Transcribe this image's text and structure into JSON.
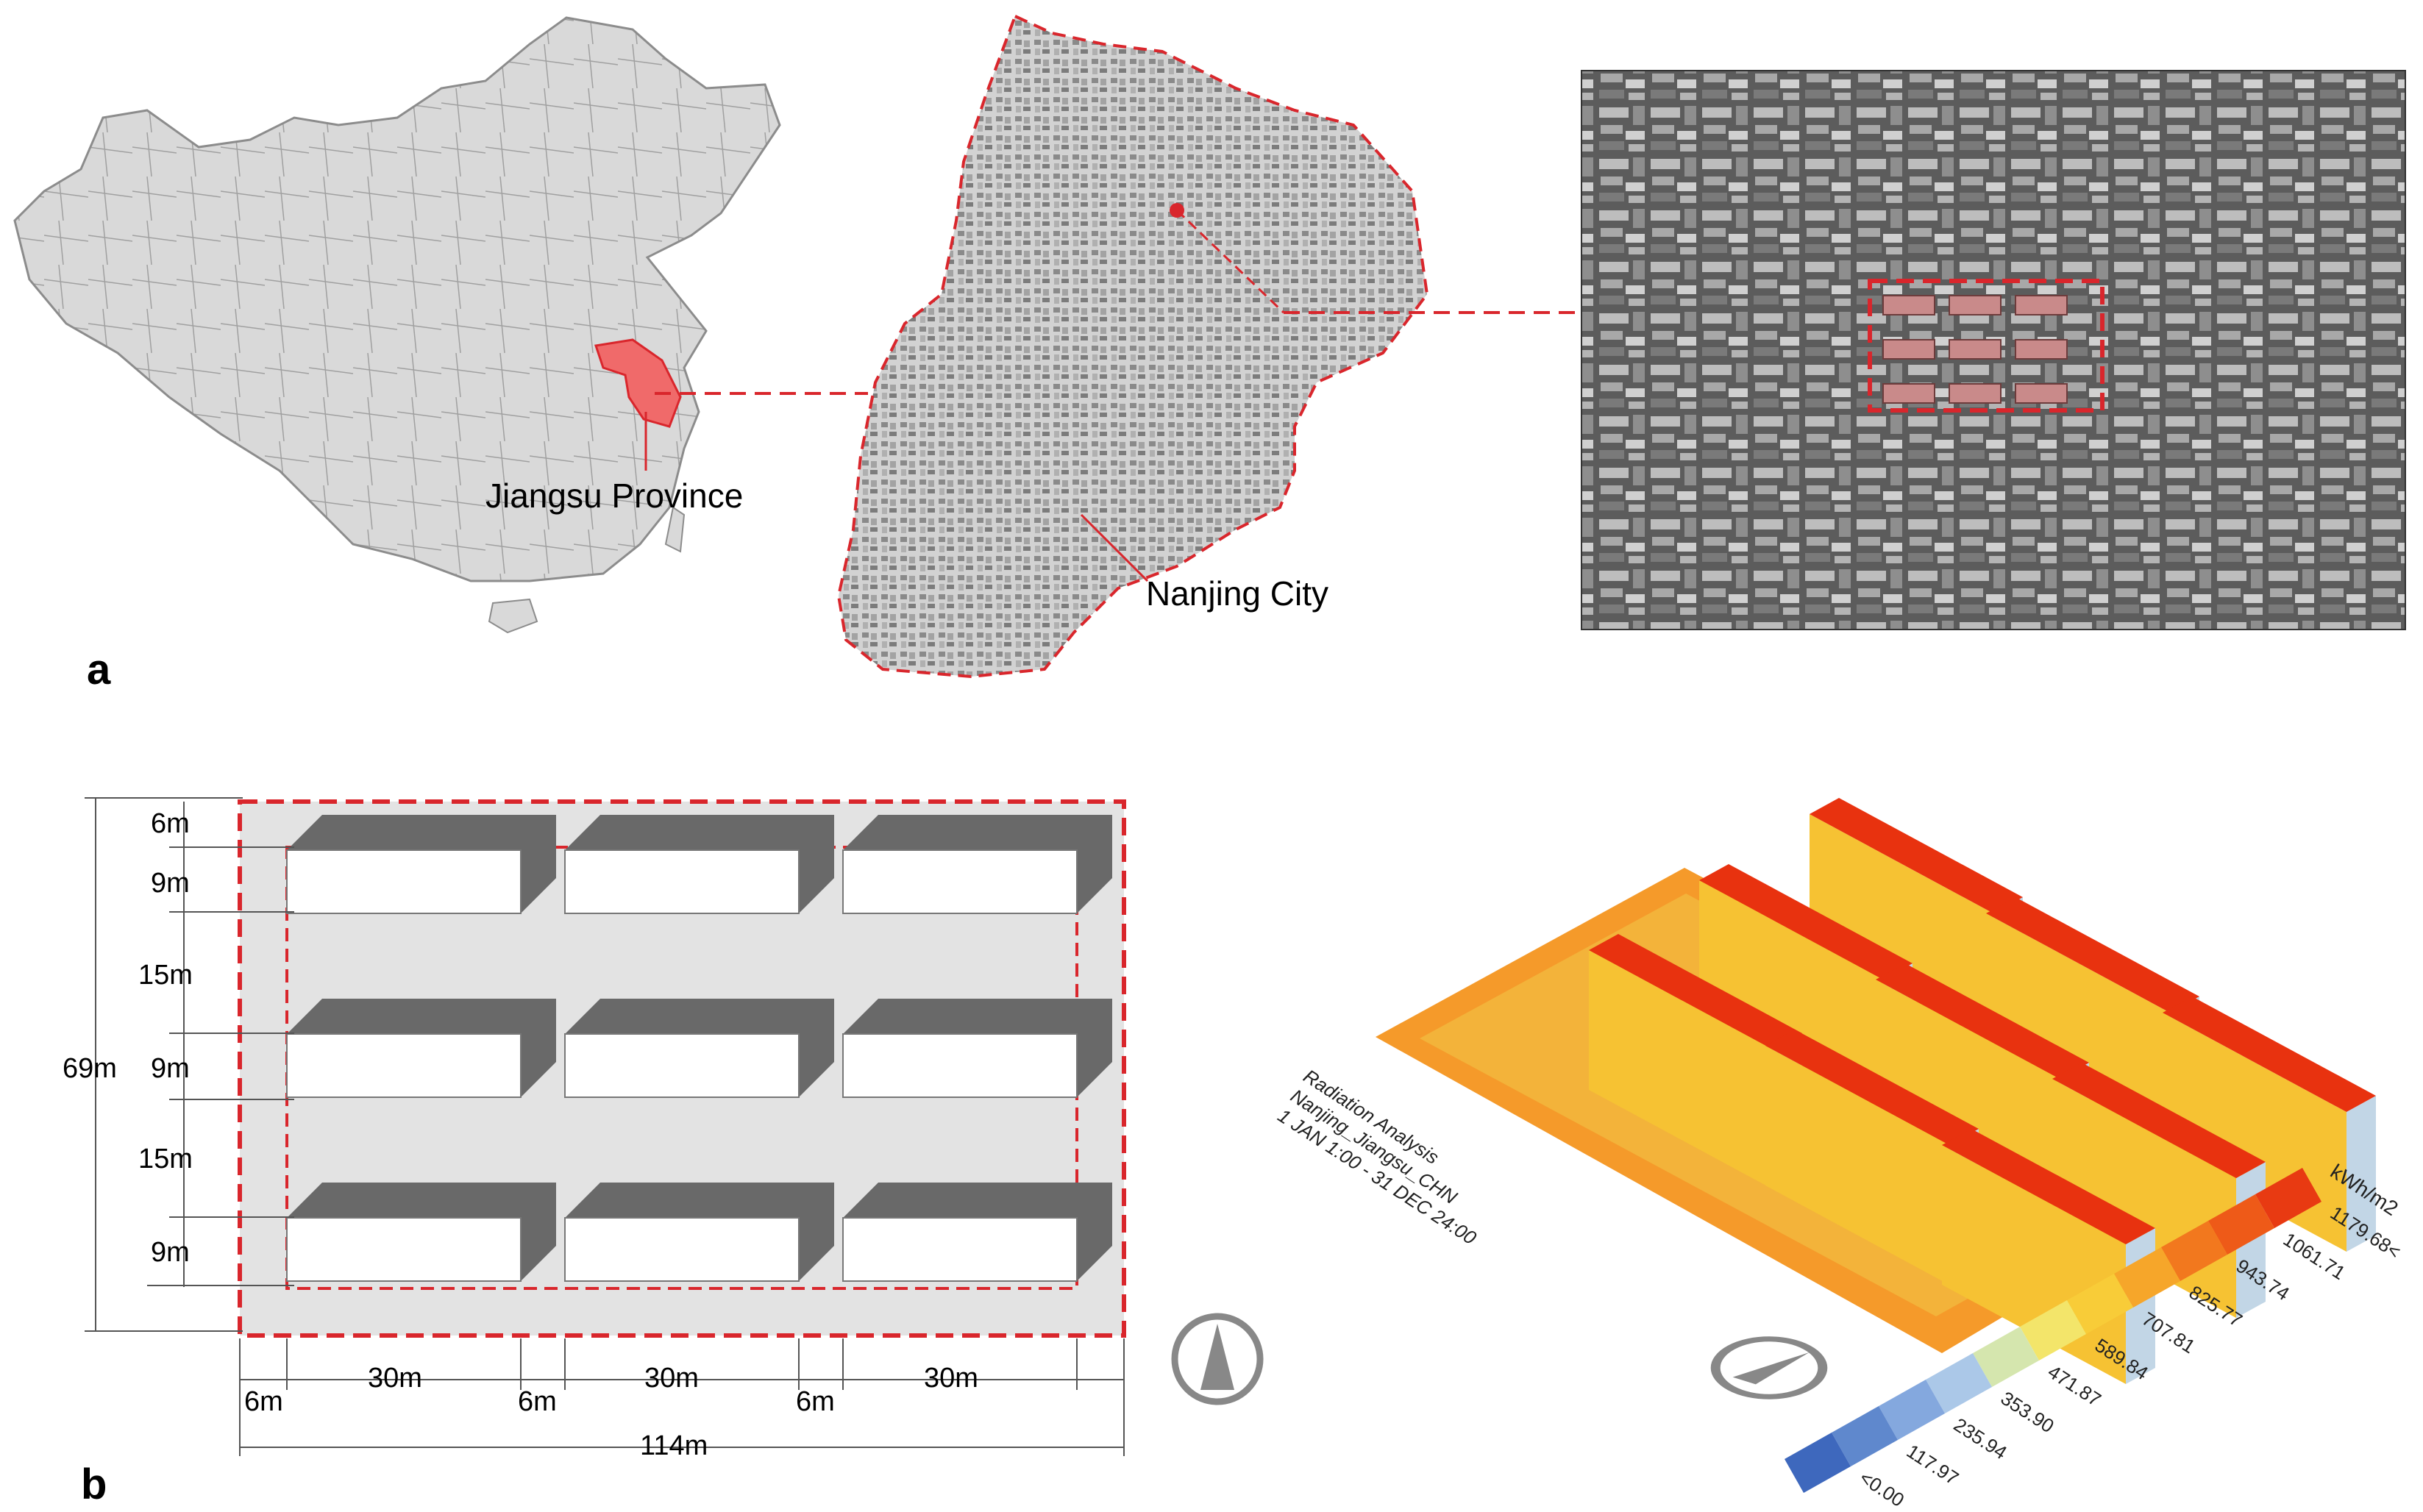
{
  "panel_a": {
    "label": "a",
    "province_label": "Jiangsu Province",
    "city_label": "Nanjing City"
  },
  "panel_b": {
    "label": "b",
    "dims_vertical": [
      "6m",
      "9m",
      "15m",
      "9m",
      "15m",
      "9m"
    ],
    "total_height": "69m",
    "dims_horizontal": [
      "6m",
      "30m",
      "6m",
      "30m",
      "6m",
      "30m"
    ],
    "total_width": "114m"
  },
  "radiation": {
    "caption_lines": [
      "Radiation Analysis",
      "Nanjing_Jiangsu_CHN",
      "1 JAN 1:00 - 31 DEC 24:00"
    ],
    "legend_unit": "kWh/m2",
    "legend_values": [
      "1179.68<",
      "1061.71",
      "943.74",
      "825.77",
      "707.81",
      "589.84",
      "471.87",
      "353.90",
      "235.94",
      "117.97",
      "<0.00"
    ],
    "legend_colors": [
      "#e83a12",
      "#ee5a18",
      "#f2781e",
      "#f6a62a",
      "#f8cc38",
      "#f3e56a",
      "#d5e6ae",
      "#abc8e8",
      "#84a8de",
      "#5f88cd",
      "#3e68bd"
    ]
  },
  "colors": {
    "accent_red": "#d9262c",
    "map_fill": "#d9d9d9",
    "highlight_fill": "#f06a6a",
    "shadow": "#696969",
    "plot_bg": "#e3e3e3"
  }
}
